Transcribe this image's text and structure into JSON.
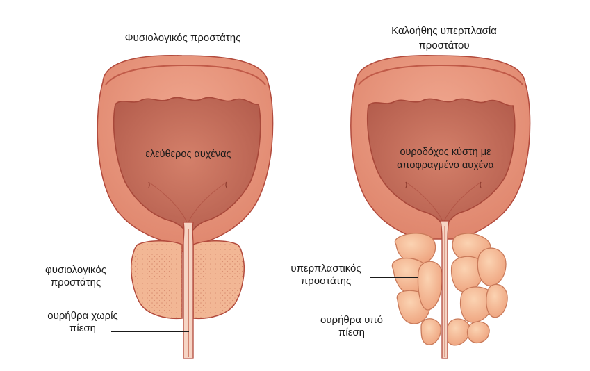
{
  "left_panel": {
    "title": "Φυσιολογικός προστάτης",
    "bladder_label": "ελεύθερος αυχένας",
    "prostate_label": [
      "φυσιολογικός",
      "προστάτης"
    ],
    "urethra_label": [
      "ουρήθρα χωρίς",
      "πίεση"
    ]
  },
  "right_panel": {
    "title": [
      "Καλοήθης υπερπλασία",
      "προστάτου"
    ],
    "bladder_label": [
      "ουροδόχος κύστη με",
      "αποφραγμένο αυχένα"
    ],
    "prostate_label": [
      "υπερπλαστικός",
      "προστάτης"
    ],
    "urethra_label": [
      "ουρήθρα υπό",
      "πίεση"
    ]
  },
  "colors": {
    "bladder_wall": "#e9977e",
    "bladder_inner": "#c8705e",
    "cavity": "#c06856",
    "prostate_normal": "#f2b795",
    "prostate_lobe": "#f7c29a",
    "urethra": "#f6d4c4",
    "outline": "#b24a3c"
  },
  "icons": {
    "normal": "normal-prostate-illustration",
    "bph": "enlarged-prostate-illustration"
  }
}
